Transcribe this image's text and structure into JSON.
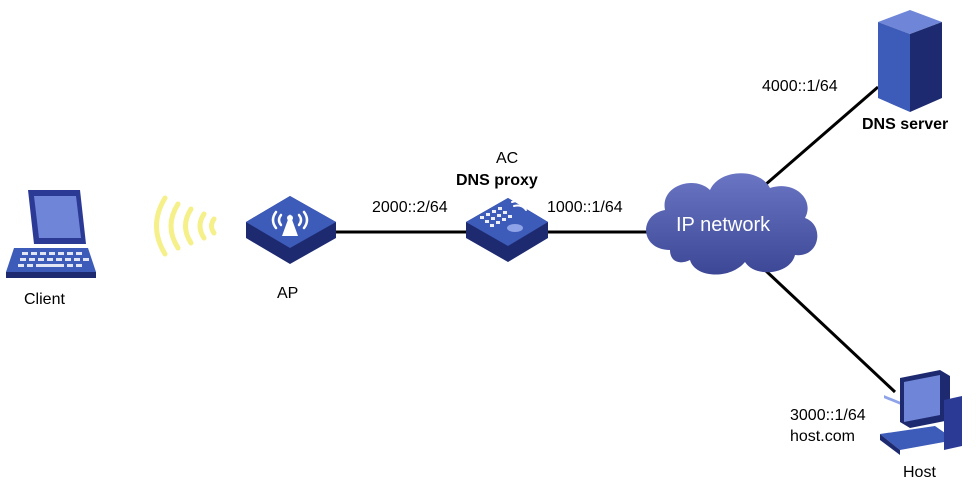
{
  "nodes": {
    "client": {
      "label": "Client"
    },
    "ap": {
      "label": "AP"
    },
    "ac": {
      "label": "AC",
      "role": "DNS proxy"
    },
    "cloud": {
      "label": "IP network"
    },
    "dns_server": {
      "label": "DNS server"
    },
    "host": {
      "label": "Host",
      "domain": "host.com"
    }
  },
  "addresses": {
    "ap_link": "2000::2/64",
    "ac_out": "1000::1/64",
    "dns": "4000::1/64",
    "host": "3000::1/64"
  },
  "colors": {
    "device_blue": "#2b3a95",
    "device_top": "#3d5bb8",
    "cloud": "#4a56a8",
    "signal": "#f5f08a",
    "link": "#000000"
  }
}
